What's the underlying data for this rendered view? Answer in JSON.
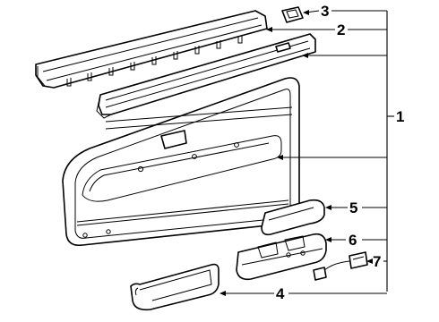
{
  "diagram": {
    "callouts": [
      {
        "id": "1",
        "label": "1"
      },
      {
        "id": "2",
        "label": "2"
      },
      {
        "id": "3",
        "label": "3"
      },
      {
        "id": "4",
        "label": "4"
      },
      {
        "id": "5",
        "label": "5"
      },
      {
        "id": "6",
        "label": "6"
      },
      {
        "id": "7",
        "label": "7"
      }
    ],
    "parts": [
      {
        "id": "window-switch-bezel",
        "callout": "3"
      },
      {
        "id": "belt-molding-strip",
        "callout": "2"
      },
      {
        "id": "upper-trim-panel",
        "callout": "1"
      },
      {
        "id": "door-trim-panel",
        "callout": "1"
      },
      {
        "id": "armrest-pad",
        "callout": "5"
      },
      {
        "id": "armrest-base",
        "callout": "6"
      },
      {
        "id": "power-window-switch",
        "callout": "7"
      },
      {
        "id": "door-pull-handle",
        "callout": "4"
      }
    ]
  }
}
